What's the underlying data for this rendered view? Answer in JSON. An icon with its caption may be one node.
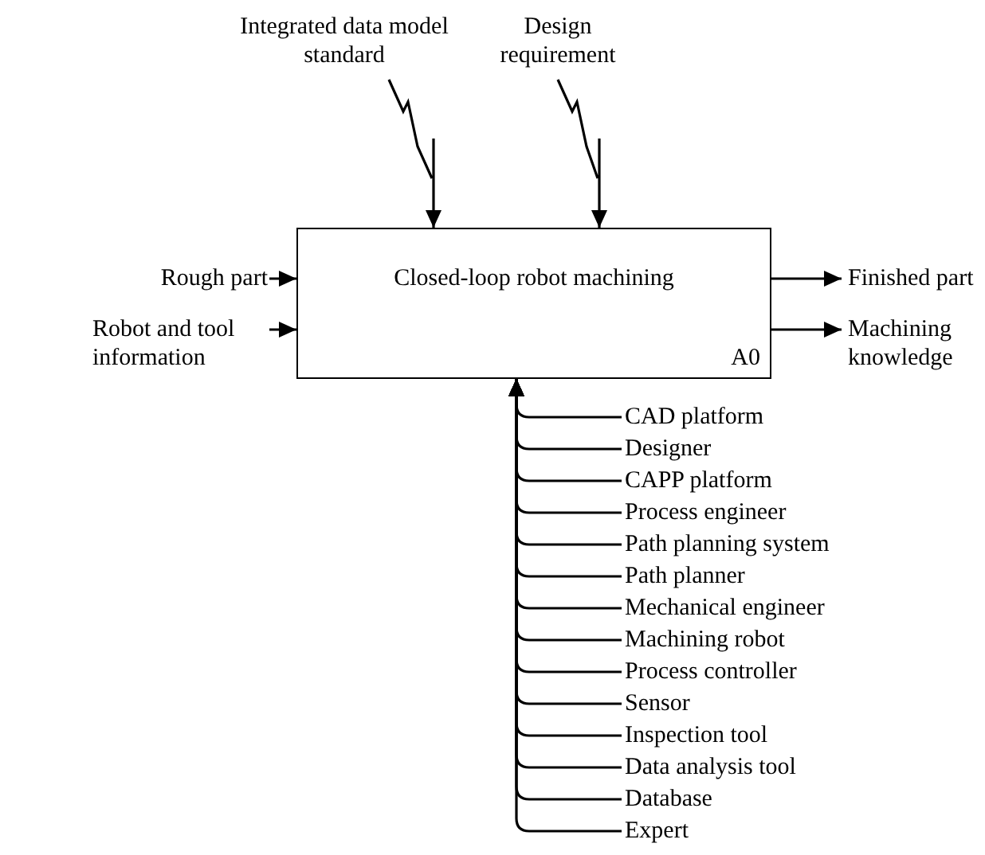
{
  "diagram": {
    "nodes": [
      {
        "text": [
          "Closed-loop robot machining",
          "A0"
        ]
      },
      {
        "text": [
          "Integrated data model standard"
        ]
      },
      {
        "text": [
          "Design requirement"
        ]
      },
      {
        "text": [
          "Rough part"
        ]
      },
      {
        "text": [
          "Robot and tool information"
        ]
      },
      {
        "text": [
          "Finished part"
        ]
      },
      {
        "text": [
          "Machining knowledge"
        ]
      },
      {
        "text": [
          "CAD platform"
        ]
      },
      {
        "text": [
          "Designer"
        ]
      },
      {
        "text": [
          "CAPP platform"
        ]
      },
      {
        "text": [
          "Process engineer"
        ]
      },
      {
        "text": [
          "Path planning system"
        ]
      },
      {
        "text": [
          "Path planner"
        ]
      },
      {
        "text": [
          "Mechanical engineer"
        ]
      },
      {
        "text": [
          "Machining robot"
        ]
      },
      {
        "text": [
          "Process controller"
        ]
      },
      {
        "text": [
          "Sensor"
        ]
      },
      {
        "text": [
          "Inspection tool"
        ]
      },
      {
        "text": [
          "Data analysis tool"
        ]
      },
      {
        "text": [
          "Database"
        ]
      },
      {
        "text": [
          "Expert"
        ]
      }
    ],
    "edges": [
      {
        "from": 1,
        "to": 0,
        "arrow": "to"
      },
      {
        "from": 2,
        "to": 0,
        "arrow": "to"
      },
      {
        "from": 3,
        "to": 0,
        "arrow": "to"
      },
      {
        "from": 4,
        "to": 0,
        "arrow": "to"
      },
      {
        "from": 0,
        "to": 5,
        "arrow": "to"
      },
      {
        "from": 0,
        "to": 6,
        "arrow": "to"
      },
      {
        "from": 7,
        "to": 0,
        "arrow": "to"
      },
      {
        "from": 8,
        "to": 0,
        "arrow": "to"
      },
      {
        "from": 9,
        "to": 0,
        "arrow": "to"
      },
      {
        "from": 10,
        "to": 0,
        "arrow": "to"
      },
      {
        "from": 11,
        "to": 0,
        "arrow": "to"
      },
      {
        "from": 12,
        "to": 0,
        "arrow": "to"
      },
      {
        "from": 13,
        "to": 0,
        "arrow": "to"
      },
      {
        "from": 14,
        "to": 0,
        "arrow": "to"
      },
      {
        "from": 15,
        "to": 0,
        "arrow": "to"
      },
      {
        "from": 16,
        "to": 0,
        "arrow": "to"
      },
      {
        "from": 17,
        "to": 0,
        "arrow": "to"
      },
      {
        "from": 18,
        "to": 0,
        "arrow": "to"
      },
      {
        "from": 19,
        "to": 0,
        "arrow": "to"
      },
      {
        "from": 20,
        "to": 0,
        "arrow": "to"
      }
    ]
  }
}
